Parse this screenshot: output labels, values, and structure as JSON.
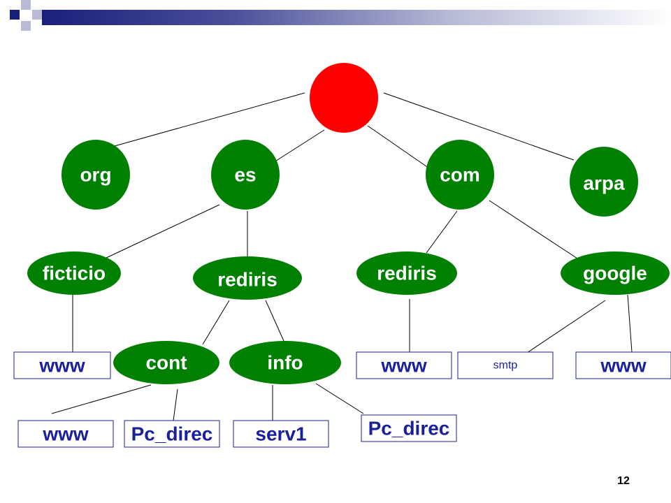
{
  "colors": {
    "root": "#ff0000",
    "node": "#008000",
    "box_fill": "#ffffff",
    "box_border": "#1a1f9a",
    "box_text": "#1a1f9a",
    "edge": "#000000"
  },
  "tree": {
    "root_label": "",
    "level1": [
      "org",
      "es",
      "com",
      "arpa"
    ],
    "level2": [
      "ficticio",
      "rediris",
      "rediris",
      "google"
    ],
    "level3_nodes": [
      "cont",
      "info"
    ],
    "level3_boxes": [
      "www",
      "www",
      "smtp",
      "www"
    ],
    "level4_boxes": [
      "www",
      "Pc_direc",
      "serv1",
      "Pc_direc"
    ]
  },
  "page_number": "12"
}
